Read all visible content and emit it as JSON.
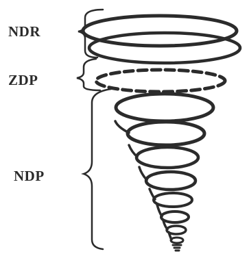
{
  "labels": {
    "top": "NDR",
    "middle": "ZDP",
    "bottom": "NDP"
  },
  "colors": {
    "ink": "#2b2b2b",
    "background": "#ffffff"
  }
}
